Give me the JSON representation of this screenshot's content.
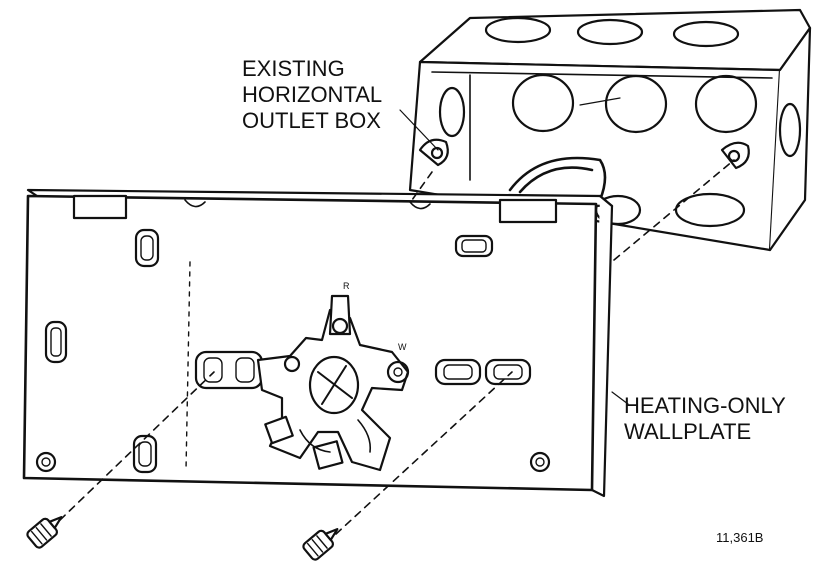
{
  "labels": {
    "outlet_box": [
      "EXISTING",
      "HORIZONTAL",
      "OUTLET BOX"
    ],
    "wallplate": [
      "HEATING-ONLY",
      "WALLPLATE"
    ],
    "figure_number": "11,361B",
    "terminal_r": "R",
    "terminal_w": "W"
  },
  "colors": {
    "line": "#111111",
    "background": "#ffffff"
  }
}
